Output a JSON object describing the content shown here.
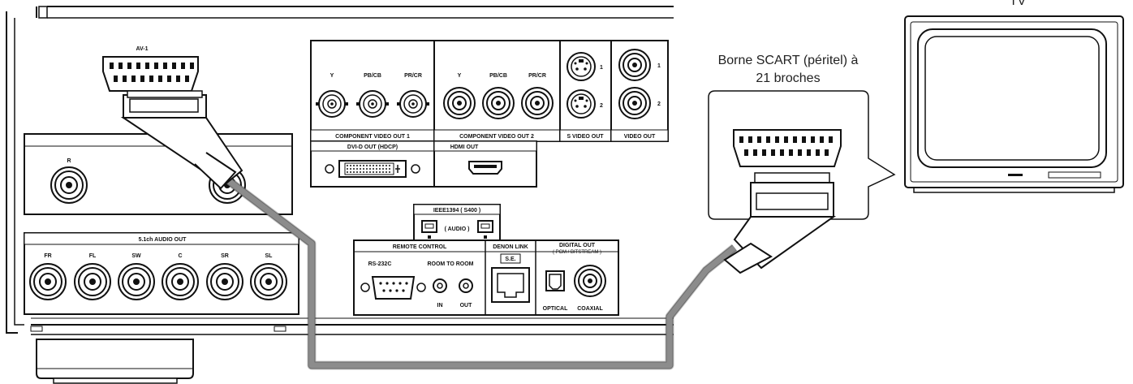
{
  "tv_label": "TV",
  "scart_caption": {
    "line1": "Borne SCART (péritel) à",
    "line2": "21 broches"
  },
  "panel": {
    "av1": "AV-1",
    "component1": {
      "title": "COMPONENT VIDEO OUT 1",
      "jacks": [
        "Y",
        "PB/CB",
        "PR/CR"
      ]
    },
    "component2": {
      "title": "COMPONENT VIDEO OUT 2",
      "jacks": [
        "Y",
        "PB/CB",
        "PR/CR"
      ]
    },
    "svideo": {
      "title": "S VIDEO OUT",
      "n1": "1",
      "n2": "2"
    },
    "video": {
      "title": "VIDEO OUT",
      "n1": "1",
      "n2": "2"
    },
    "dvi": "DVI-D OUT (HDCP)",
    "hdmi": "HDMI OUT",
    "stereo_r": "R",
    "audio51": {
      "title": "5.1ch AUDIO OUT",
      "jacks": [
        "FR",
        "FL",
        "SW",
        "C",
        "SR",
        "SL"
      ]
    },
    "ieee": {
      "title": "IEEE1394 ( S400 )",
      "sub": "( AUDIO )"
    },
    "remote": {
      "title": "REMOTE CONTROL",
      "rs232c": "RS-232C",
      "room": "ROOM TO ROOM",
      "in": "IN",
      "out": "OUT"
    },
    "denon": {
      "title": "DENON LINK",
      "se": "S.E."
    },
    "digital": {
      "title": "DIGITAL OUT",
      "sub": "( PCM / BITSTREAM )",
      "optical": "OPTICAL",
      "coaxial": "COAXIAL"
    }
  }
}
